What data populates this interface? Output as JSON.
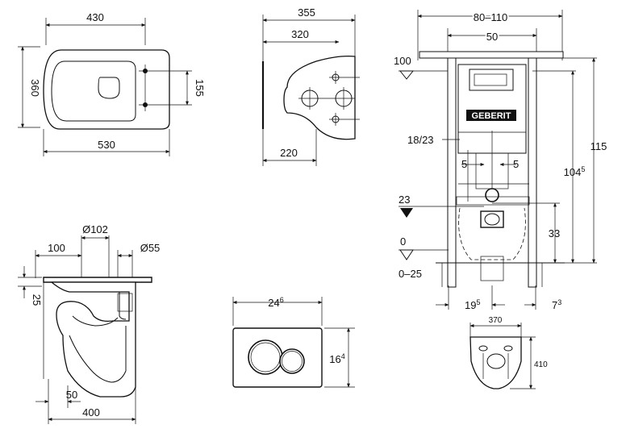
{
  "colors": {
    "ink": "#111111",
    "paper": "#ffffff"
  },
  "top_view": {
    "width_label": "430",
    "depth_label": "360",
    "length_label": "530",
    "bolt_spacing_label": "155"
  },
  "back_view": {
    "width_label": "355",
    "inner_label": "320",
    "bottom_label": "220"
  },
  "frame": {
    "width_label": "80–110",
    "inner_label": "50",
    "level_top_label": "100",
    "height_label": "115",
    "height_sup": "",
    "inner_height_label": "104",
    "inner_height_sup": "5",
    "side_label": "18/23",
    "left_small_label": "5",
    "right_small_label": "5",
    "level_mid_label": "23",
    "pipe_height_label": "33",
    "level_zero_label": "0",
    "level_range_label": "0–25",
    "bottom_left_label": "19",
    "bottom_left_sup": "5",
    "bottom_right_label": "7",
    "bottom_right_sup": "3",
    "logo_text": "GEBERIT"
  },
  "side_view": {
    "left_label": "100",
    "pipe_label": "Ø102",
    "outlet_label": "Ø55",
    "top_label": "25",
    "bottom_small_label": "50",
    "length_label": "400"
  },
  "button_plate": {
    "width_label": "24",
    "width_sup": "6",
    "height_label": "16",
    "height_sup": "4"
  },
  "bracket": {
    "width_label": "370",
    "height_label": "410"
  }
}
